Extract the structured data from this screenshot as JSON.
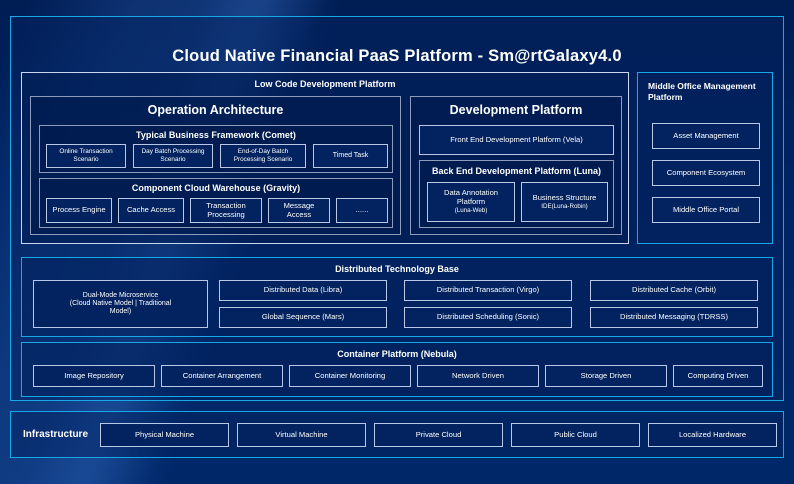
{
  "title": "Cloud Native Financial PaaS Platform - Sm@rtGalaxy4.0",
  "colors": {
    "background": "#00205c",
    "accent_cyan": "#17a8e8",
    "box_fill": "#02235f",
    "box_border": "#b9c8e4",
    "text": "#ffffff"
  },
  "low_code": {
    "label": "Low Code Development Platform",
    "operation_architecture": {
      "label": "Operation Architecture",
      "typical_business_framework": {
        "label": "Typical Business Framework (Comet)",
        "items": [
          "Online Transaction Scenario",
          "Day Batch Processing Scenario",
          "End-of-Day Batch Processing Scenario",
          "Timed Task"
        ]
      },
      "component_cloud_warehouse": {
        "label": "Component Cloud Warehouse (Gravity)",
        "items": [
          "Process Engine",
          "Cache Access",
          "Transaction Processing",
          "Message Access",
          "......"
        ]
      }
    },
    "development_platform": {
      "label": "Development Platform",
      "front_end": "Front End Development Platform (Vela)",
      "back_end": {
        "label": "Back End Development Platform (Luna)",
        "items": [
          {
            "name": "Data Annotation Platform",
            "sub": "(Luna-Web)"
          },
          {
            "name": "Business Structure",
            "sub": "IDE(Luna-Robin)"
          }
        ]
      }
    }
  },
  "middle_office": {
    "label": "Middle Office Management Platform",
    "items": [
      "Asset Management",
      "Component Ecosystem",
      "Middle Office Portal"
    ]
  },
  "distributed_technology_base": {
    "label": "Distributed Technology Base",
    "dual_mode": "Dual-Mode Microservice (Cloud Native Model | Traditional Model)",
    "dual_mode_line1": "Dual-Mode Microservice",
    "dual_mode_line2": "(Cloud Native Model | Traditional",
    "dual_mode_line3": "Model)",
    "items": [
      "Distributed Data (Libra)",
      "Distributed Transaction (Virgo)",
      "Distributed Cache (Orbit)",
      "Global Sequence (Mars)",
      "Distributed Scheduling (Sonic)",
      "Distributed Messaging (TDRSS)"
    ]
  },
  "container_platform": {
    "label": "Container Platform (Nebula)",
    "items": [
      "Image Repository",
      "Container Arrangement",
      "Container Monitoring",
      "Network Driven",
      "Storage Driven",
      "Computing Driven"
    ]
  },
  "infrastructure": {
    "label": "Infrastructure",
    "items": [
      "Physical Machine",
      "Virtual Machine",
      "Private Cloud",
      "Public Cloud",
      "Localized Hardware"
    ]
  }
}
